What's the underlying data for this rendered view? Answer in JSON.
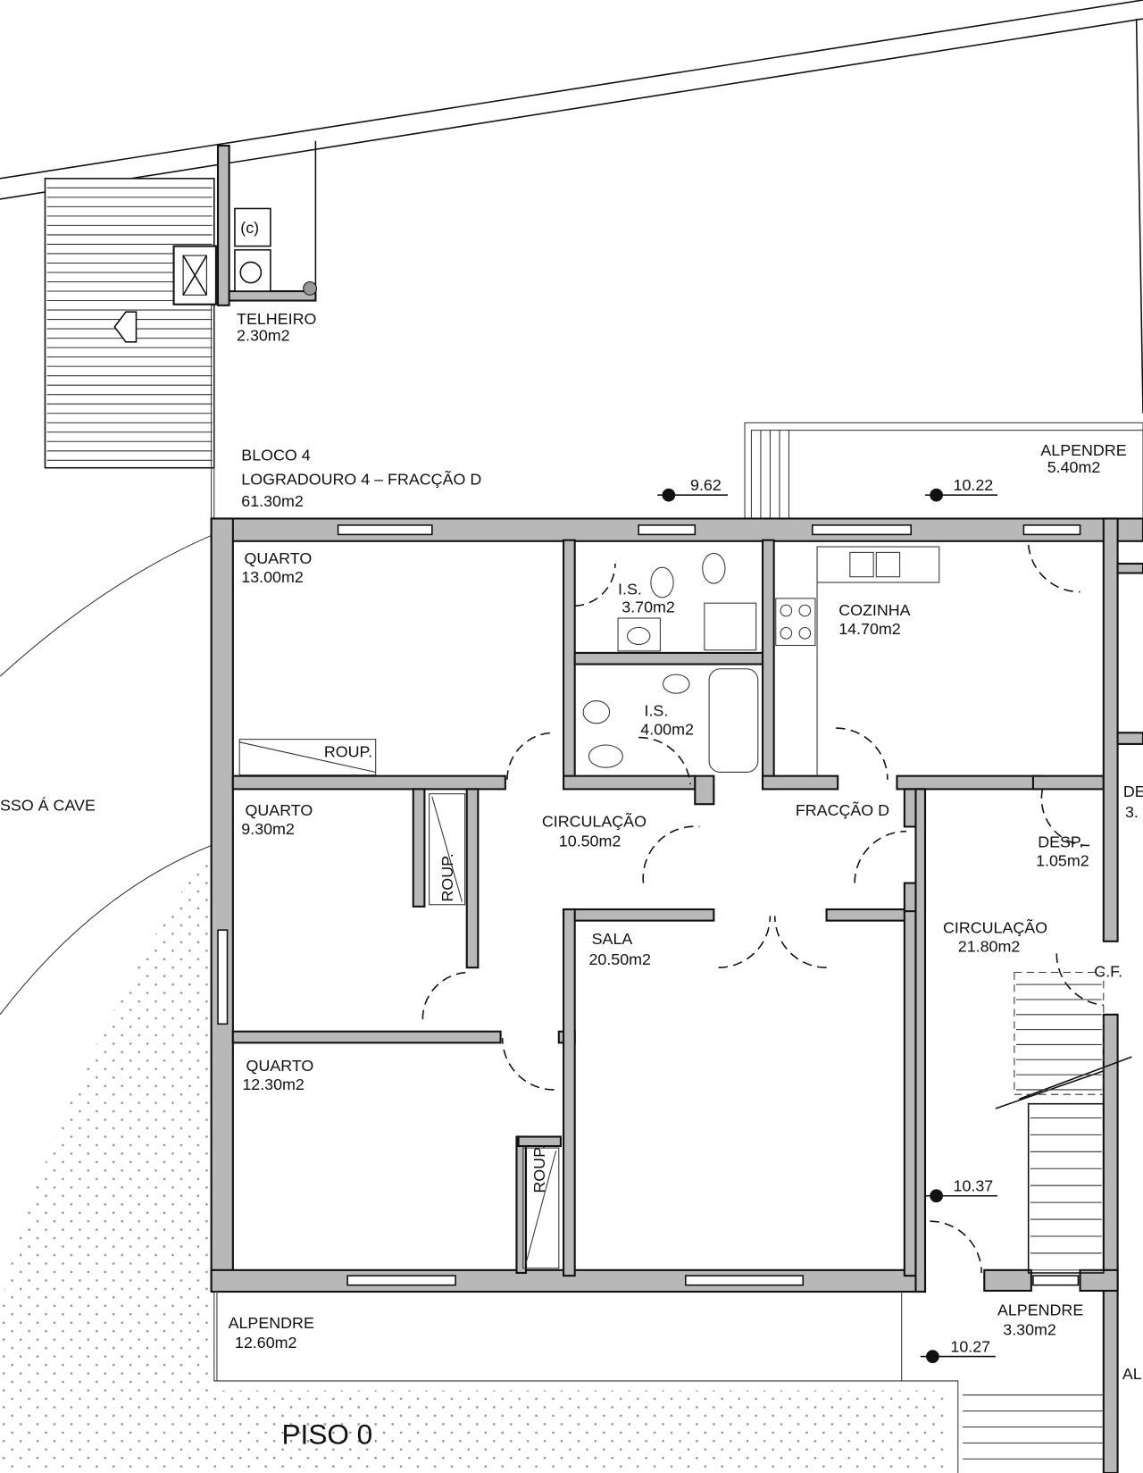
{
  "title": "PISO 0",
  "rooms": {
    "telheiro": {
      "name": "TELHEIRO",
      "area": "2.30m2"
    },
    "logradouro": {
      "line1": "BLOCO 4",
      "line2": "LOGRADOURO 4 – FRACÇÃO D",
      "area": "61.30m2"
    },
    "alpendre_top": {
      "name": "ALPENDRE",
      "area": "5.40m2"
    },
    "quarto1": {
      "name": "QUARTO",
      "area": "13.00m2"
    },
    "is1": {
      "name": "I.S.",
      "area": "3.70m2"
    },
    "is2": {
      "name": "I.S.",
      "area": "4.00m2"
    },
    "cozinha": {
      "name": "COZINHA",
      "area": "14.70m2"
    },
    "roup1": "ROUP.",
    "roup2": "ROUP.",
    "roup3": "ROUP.",
    "quarto2": {
      "name": "QUARTO",
      "area": "9.30m2"
    },
    "circulacao1": {
      "name": "CIRCULAÇÃO",
      "area": "10.50m2"
    },
    "fraccao": "FRACÇÃO D",
    "desp": {
      "name": "DESP.",
      "area": "1.05m2"
    },
    "de_partial": {
      "name": "DE",
      "area": "3."
    },
    "circulacao2": {
      "name": "CIRCULAÇÃO",
      "area": "21.80m2"
    },
    "cf": "C.F.",
    "sala": {
      "name": "SALA",
      "area": "20.50m2"
    },
    "quarto3": {
      "name": "QUARTO",
      "area": "12.30m2"
    },
    "alpendre_bl": {
      "name": "ALPENDRE",
      "area": "12.60m2"
    },
    "alpendre_br": {
      "name": "ALPENDRE",
      "area": "3.30m2"
    },
    "al_partial": "AL",
    "acesso": "SSO Á CAVE",
    "c_mark": "(c)"
  },
  "levels": [
    "9.62",
    "10.22",
    "10.37",
    "10.27"
  ]
}
